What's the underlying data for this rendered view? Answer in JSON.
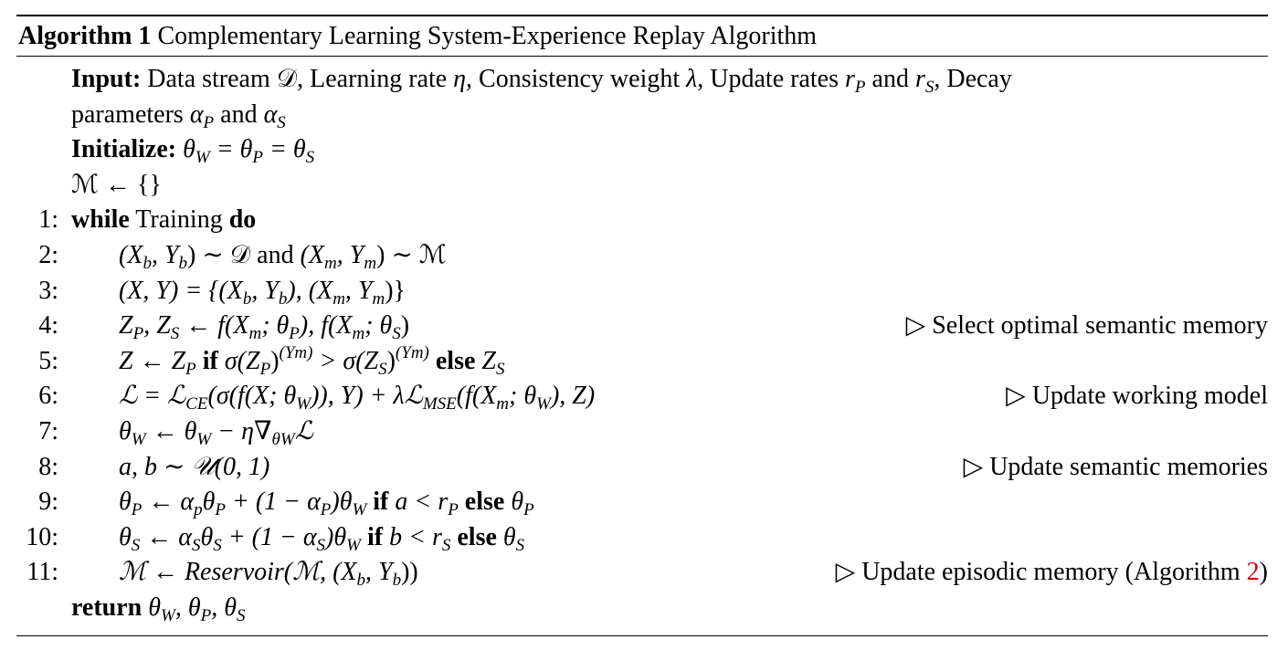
{
  "title": {
    "label": "Algorithm 1",
    "text": " Complementary Learning System-Experience Replay Algorithm"
  },
  "lines": [
    {
      "num": "",
      "indent": false,
      "segs": [
        [
          "Input:",
          "b"
        ],
        [
          " Data stream ",
          "r"
        ],
        [
          "𝒟",
          "r"
        ],
        [
          ", Learning rate ",
          "r"
        ],
        [
          "η",
          "i"
        ],
        [
          ", Consistency weight ",
          "r"
        ],
        [
          "λ",
          "i"
        ],
        [
          ", Update rates ",
          "r"
        ],
        [
          "r",
          "i"
        ],
        [
          "P",
          "sub"
        ],
        [
          " and ",
          "r"
        ],
        [
          "r",
          "i"
        ],
        [
          "S",
          "sub"
        ],
        [
          ", Decay",
          "r"
        ]
      ],
      "comment": []
    },
    {
      "num": "",
      "indent": false,
      "segs": [
        [
          "parameters ",
          "r"
        ],
        [
          "α",
          "i"
        ],
        [
          "P",
          "sub"
        ],
        [
          " and ",
          "r"
        ],
        [
          "α",
          "i"
        ],
        [
          "S",
          "sub"
        ]
      ],
      "comment": []
    },
    {
      "num": "",
      "indent": false,
      "segs": [
        [
          "Initialize:",
          "b"
        ],
        [
          " θ",
          "i"
        ],
        [
          "W",
          "sub"
        ],
        [
          " = θ",
          "i"
        ],
        [
          "P",
          "sub"
        ],
        [
          " = θ",
          "i"
        ],
        [
          "S",
          "sub"
        ]
      ],
      "comment": []
    },
    {
      "num": "",
      "indent": false,
      "segs": [
        [
          "ℳ ← {}",
          "r"
        ]
      ],
      "comment": []
    },
    {
      "num": "1:",
      "indent": false,
      "segs": [
        [
          "while",
          "b"
        ],
        [
          " Training ",
          "r"
        ],
        [
          "do",
          "b"
        ]
      ],
      "comment": []
    },
    {
      "num": "2:",
      "indent": true,
      "segs": [
        [
          "(X",
          "i"
        ],
        [
          "b",
          "sub"
        ],
        [
          ", Y",
          "i"
        ],
        [
          "b",
          "sub"
        ],
        [
          ") ∼ 𝒟",
          "r"
        ],
        [
          " and ",
          "r"
        ],
        [
          "(X",
          "i"
        ],
        [
          "m",
          "sub"
        ],
        [
          ", Y",
          "i"
        ],
        [
          "m",
          "sub"
        ],
        [
          ") ∼ ℳ",
          "r"
        ]
      ],
      "comment": []
    },
    {
      "num": "3:",
      "indent": true,
      "segs": [
        [
          "(X, Y) = {(X",
          "i"
        ],
        [
          "b",
          "sub"
        ],
        [
          ", Y",
          "i"
        ],
        [
          "b",
          "sub"
        ],
        [
          "), (X",
          "i"
        ],
        [
          "m",
          "sub"
        ],
        [
          ", Y",
          "i"
        ],
        [
          "m",
          "sub"
        ],
        [
          ")}",
          "r"
        ]
      ],
      "comment": []
    },
    {
      "num": "4:",
      "indent": true,
      "segs": [
        [
          "Z",
          "i"
        ],
        [
          "P",
          "sub"
        ],
        [
          ", Z",
          "i"
        ],
        [
          "S",
          "sub"
        ],
        [
          " ← f(X",
          "i"
        ],
        [
          "m",
          "sub"
        ],
        [
          "; θ",
          "i"
        ],
        [
          "P",
          "sub"
        ],
        [
          "), f(X",
          "i"
        ],
        [
          "m",
          "sub"
        ],
        [
          "; θ",
          "i"
        ],
        [
          "S",
          "sub"
        ],
        [
          ")",
          "r"
        ]
      ],
      "comment": [
        [
          "▷ Select optimal semantic memory",
          "r"
        ]
      ]
    },
    {
      "num": "5:",
      "indent": true,
      "segs": [
        [
          "Z ← Z",
          "i"
        ],
        [
          "P",
          "sub"
        ],
        [
          " if ",
          "b"
        ],
        [
          "σ(Z",
          "i"
        ],
        [
          "P",
          "sub"
        ],
        [
          ")",
          "r"
        ],
        [
          "(Ym)",
          "sup"
        ],
        [
          " > σ(Z",
          "i"
        ],
        [
          "S",
          "sub"
        ],
        [
          ")",
          "r"
        ],
        [
          "(Ym)",
          "sup"
        ],
        [
          " else ",
          "b"
        ],
        [
          "Z",
          "i"
        ],
        [
          "S",
          "sub"
        ]
      ],
      "comment": []
    },
    {
      "num": "6:",
      "indent": true,
      "segs": [
        [
          "ℒ = ℒ",
          "i"
        ],
        [
          "CE",
          "sub"
        ],
        [
          "(σ(f(X; θ",
          "i"
        ],
        [
          "W",
          "sub"
        ],
        [
          ")), Y) + λℒ",
          "i"
        ],
        [
          "MSE",
          "sub"
        ],
        [
          "(f(X",
          "i"
        ],
        [
          "m",
          "sub"
        ],
        [
          "; θ",
          "i"
        ],
        [
          "W",
          "sub"
        ],
        [
          "), Z)",
          "i"
        ]
      ],
      "comment": [
        [
          "▷ Update working model",
          "r"
        ]
      ]
    },
    {
      "num": "7:",
      "indent": true,
      "segs": [
        [
          "θ",
          "i"
        ],
        [
          "W",
          "sub"
        ],
        [
          " ← θ",
          "i"
        ],
        [
          "W",
          "sub"
        ],
        [
          " − η∇",
          "i"
        ],
        [
          "θW",
          "sub"
        ],
        [
          "ℒ",
          "i"
        ]
      ],
      "comment": []
    },
    {
      "num": "8:",
      "indent": true,
      "segs": [
        [
          "a, b ∼ 𝒰(0, 1)",
          "i"
        ]
      ],
      "comment": [
        [
          "▷ Update semantic memories",
          "r"
        ]
      ]
    },
    {
      "num": "9:",
      "indent": true,
      "segs": [
        [
          "θ",
          "i"
        ],
        [
          "P",
          "sub"
        ],
        [
          " ← α",
          "i"
        ],
        [
          "p",
          "sub"
        ],
        [
          "θ",
          "i"
        ],
        [
          "P",
          "sub"
        ],
        [
          " + (1 − α",
          "i"
        ],
        [
          "P",
          "sub"
        ],
        [
          ")θ",
          "i"
        ],
        [
          "W",
          "sub"
        ],
        [
          " if ",
          "b"
        ],
        [
          "a < r",
          "i"
        ],
        [
          "P",
          "sub"
        ],
        [
          " else ",
          "b"
        ],
        [
          "θ",
          "i"
        ],
        [
          "P",
          "sub"
        ]
      ],
      "comment": []
    },
    {
      "num": "10:",
      "indent": true,
      "segs": [
        [
          "θ",
          "i"
        ],
        [
          "S",
          "sub"
        ],
        [
          " ← α",
          "i"
        ],
        [
          "S",
          "sub"
        ],
        [
          "θ",
          "i"
        ],
        [
          "S",
          "sub"
        ],
        [
          " + (1 − α",
          "i"
        ],
        [
          "S",
          "sub"
        ],
        [
          ")θ",
          "i"
        ],
        [
          "W",
          "sub"
        ],
        [
          " if ",
          "b"
        ],
        [
          "b < r",
          "i"
        ],
        [
          "S",
          "sub"
        ],
        [
          " else ",
          "b"
        ],
        [
          "θ",
          "i"
        ],
        [
          "S",
          "sub"
        ]
      ],
      "comment": []
    },
    {
      "num": "11:",
      "indent": true,
      "segs": [
        [
          "ℳ ← Reservoir(ℳ, (X",
          "i"
        ],
        [
          "b",
          "sub"
        ],
        [
          ", Y",
          "i"
        ],
        [
          "b",
          "sub"
        ],
        [
          "))",
          "r"
        ]
      ],
      "comment": [
        [
          "▷ Update episodic memory (Algorithm ",
          "r"
        ],
        [
          "2",
          "red"
        ],
        [
          ")",
          "r"
        ]
      ]
    },
    {
      "num": "",
      "indent": false,
      "segs": [
        [
          "return",
          "b"
        ],
        [
          " θ",
          "i"
        ],
        [
          "W",
          "sub"
        ],
        [
          ", θ",
          "i"
        ],
        [
          "P",
          "sub"
        ],
        [
          ", θ",
          "i"
        ],
        [
          "S",
          "sub"
        ]
      ],
      "comment": []
    }
  ]
}
